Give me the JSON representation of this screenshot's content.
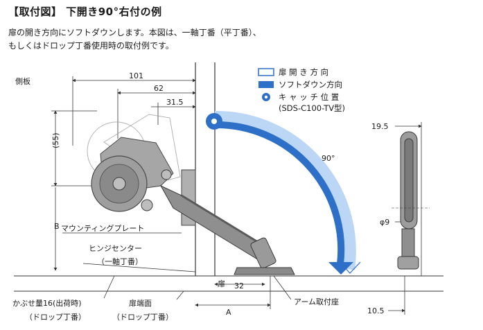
{
  "title": "【取付図】 下開き90°右付の例",
  "description": [
    "扉の開き方向にソフトダウンします。本図は、一軸丁番（平丁番）、",
    "もしくはドロップ丁番使用時の取付例です。"
  ],
  "legend": {
    "door_open_direction": "扉 開 き 方 向",
    "soft_down_direction": "ソフトダウン方向",
    "catch_position": "キ ャ ッ チ 位 置",
    "model": "(SDS-C100-TV型)"
  },
  "labels": {
    "side_panel": "側板",
    "mounting_plate": "マウンティングプレート",
    "hinge_center": "ヒンジセンター",
    "hinge_center_sub": "（一軸丁番）",
    "door": "扉",
    "overlay": "かぶせ量16(出荷時)",
    "overlay_sub": "（ドロップ丁番）",
    "door_edge": "扉端面",
    "door_edge_sub": "（ドロップ丁番）",
    "arm_seat": "アーム取付座",
    "angle": "90°"
  },
  "dimensions": {
    "d101": "101",
    "d62": "62",
    "d31_5": "31.5",
    "d55": "(55)",
    "dB": "B",
    "d32": "32",
    "dA": "A",
    "d19_5": "19.5",
    "d9": "φ9",
    "d10_5": "10.5"
  },
  "colors": {
    "mechanism": "#8c8c8c",
    "mechanism_dark": "#5a5a5a",
    "arrow_blue": "#2e6fc8",
    "arrow_light": "#bcd6f5",
    "line": "#333333"
  }
}
